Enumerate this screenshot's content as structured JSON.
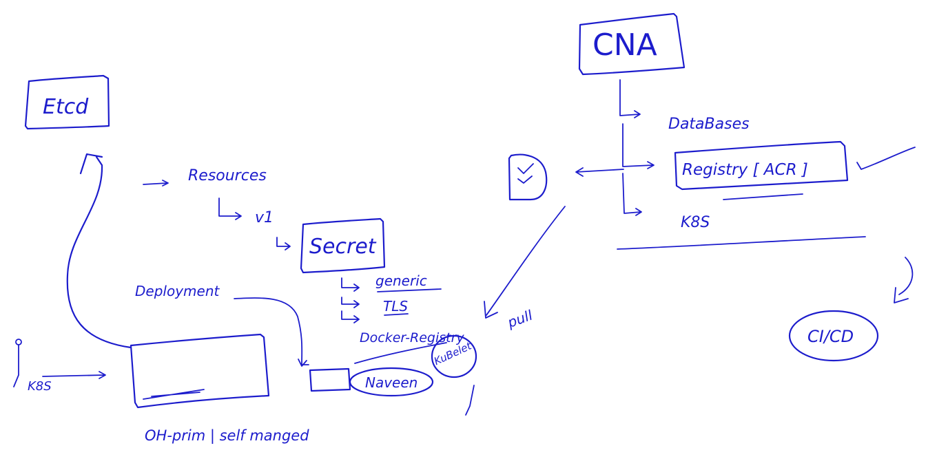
{
  "labels": {
    "etcd": "Etcd",
    "resources": "Resources",
    "v1": "v1",
    "secret": "Secret",
    "generic": "generic",
    "tls": "TLS",
    "docker_registry": "Docker-Registry",
    "deployment": "Deployment",
    "k8s_left": "K8S",
    "on_prem": "OH-prim | self manged",
    "naveen": "Naveen",
    "kubelet": "KuBelet",
    "pull": "pull",
    "cna": "CNA",
    "databases": "DataBases",
    "registry": "Registry [ ACR ]",
    "k8s_right": "K8S",
    "cicd": "CI/CD"
  },
  "colors": {
    "ink": "#1c1ccc",
    "background": "#ffffff"
  },
  "icons": {
    "checkmark_box": "check-icon"
  }
}
